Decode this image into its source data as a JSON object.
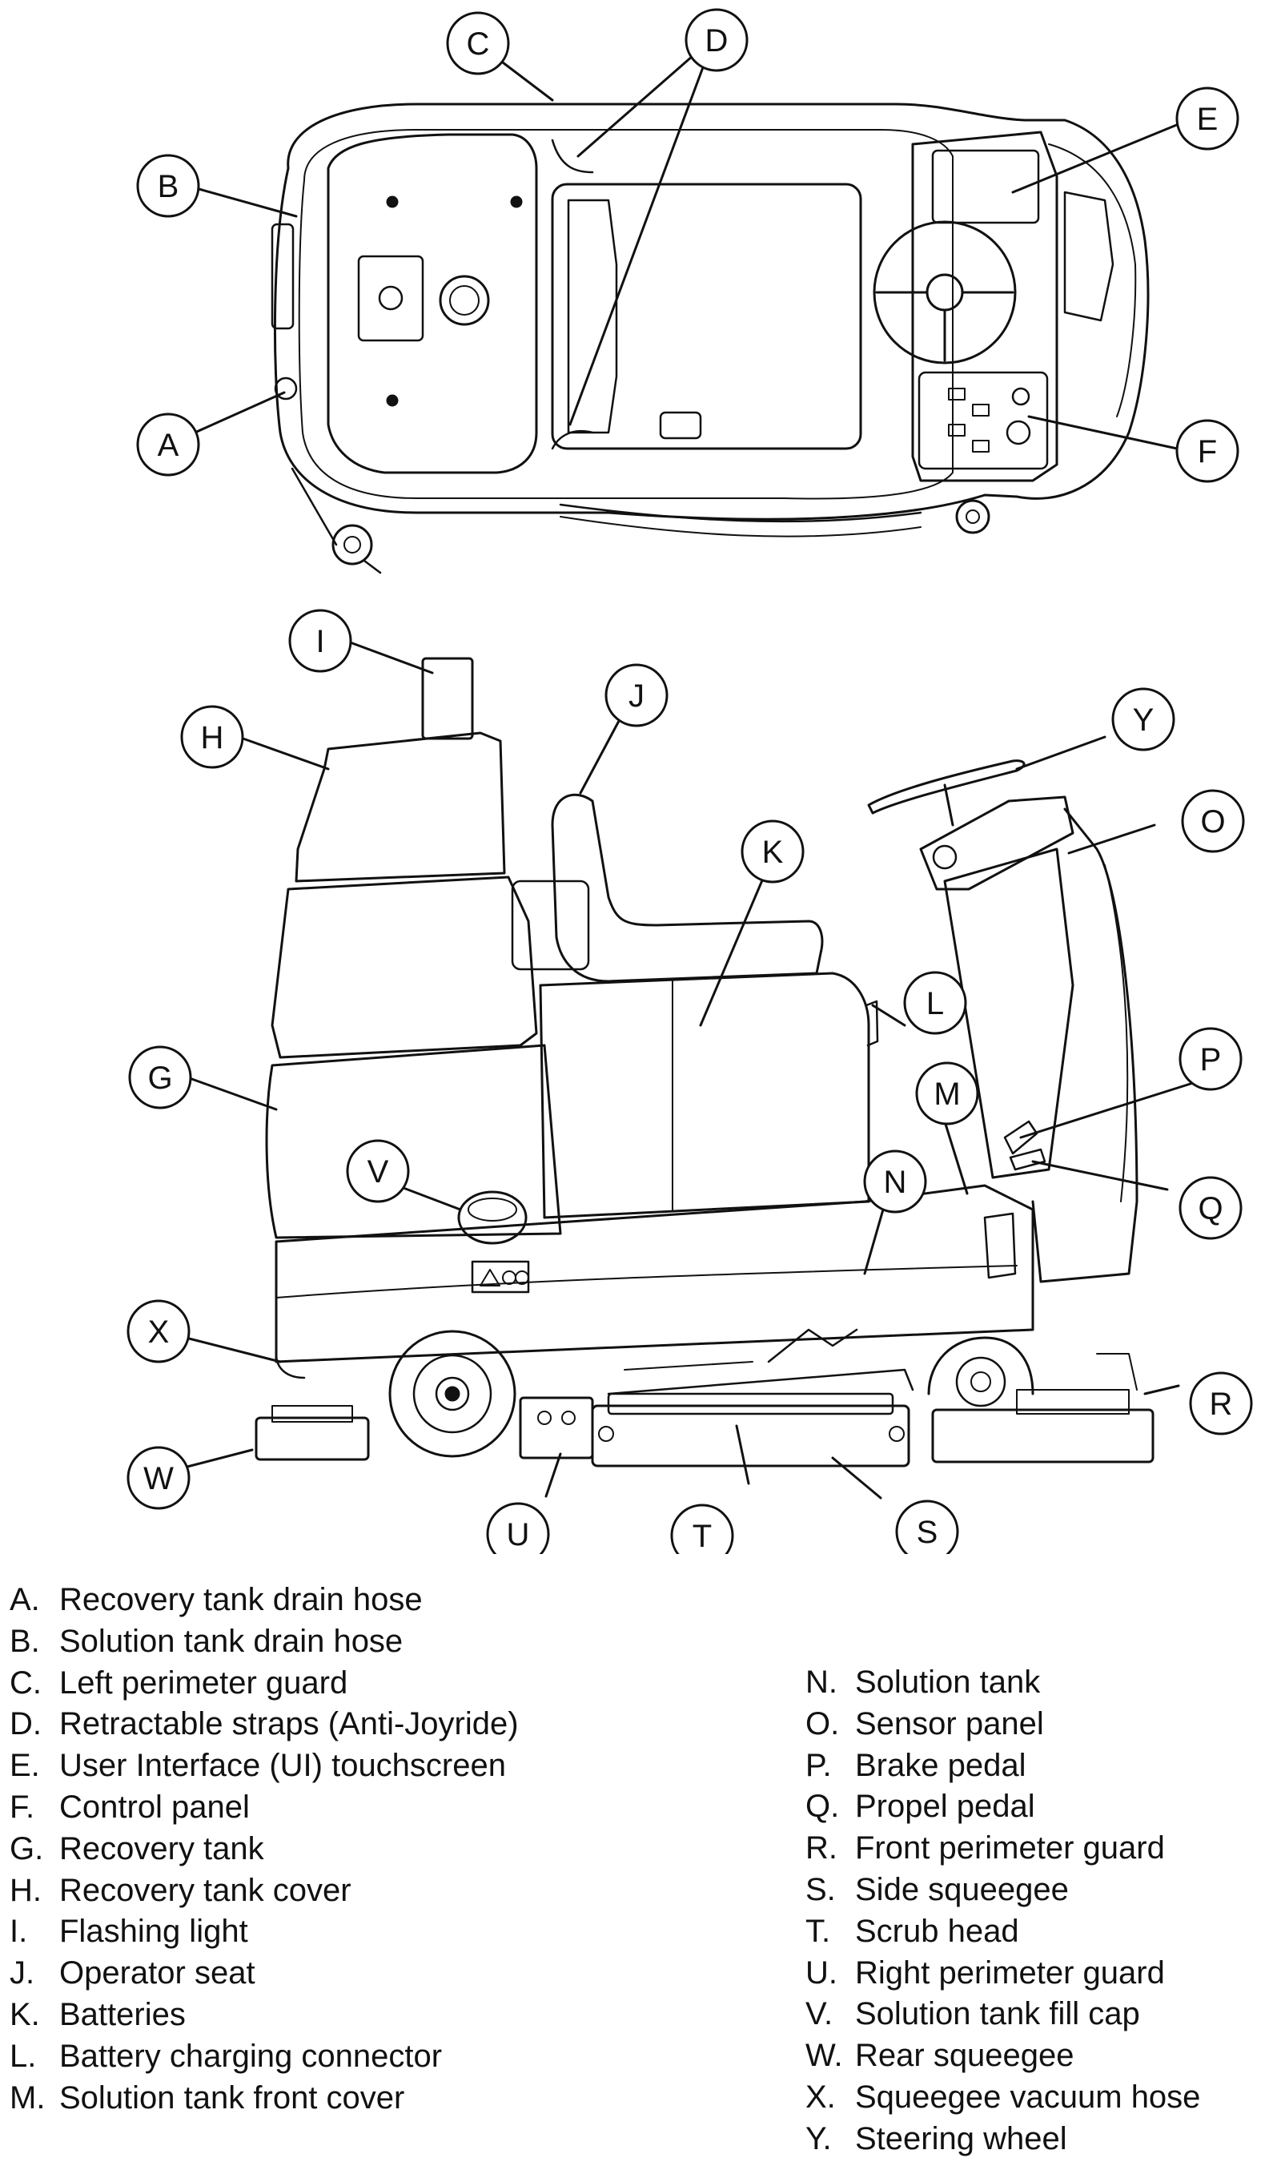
{
  "callouts": {
    "A": "A",
    "B": "B",
    "C": "C",
    "D": "D",
    "E": "E",
    "F": "F",
    "G": "G",
    "H": "H",
    "I": "I",
    "J": "J",
    "K": "K",
    "L": "L",
    "M": "M",
    "N": "N",
    "O": "O",
    "P": "P",
    "Q": "Q",
    "R": "R",
    "S": "S",
    "T": "T",
    "U": "U",
    "V": "V",
    "W": "W",
    "X": "X",
    "Y": "Y"
  },
  "legend_left": [
    {
      "letter": "A.",
      "label": "Recovery tank drain hose"
    },
    {
      "letter": "B.",
      "label": "Solution tank drain hose"
    },
    {
      "letter": "C.",
      "label": "Left perimeter guard"
    },
    {
      "letter": "D.",
      "label": "Retractable straps (Anti-Joyride)"
    },
    {
      "letter": "E.",
      "label": "User Interface (UI) touchscreen"
    },
    {
      "letter": "F.",
      "label": "Control panel"
    },
    {
      "letter": "G.",
      "label": "Recovery tank"
    },
    {
      "letter": "H.",
      "label": "Recovery tank cover"
    },
    {
      "letter": "I.",
      "label": "Flashing light"
    },
    {
      "letter": "J.",
      "label": "Operator seat"
    },
    {
      "letter": "K.",
      "label": "Batteries"
    },
    {
      "letter": "L.",
      "label": "Battery charging connector"
    },
    {
      "letter": "M.",
      "label": "Solution tank front cover"
    }
  ],
  "legend_right": [
    {
      "letter": "N.",
      "label": "Solution tank"
    },
    {
      "letter": "O.",
      "label": "Sensor panel"
    },
    {
      "letter": "P.",
      "label": "Brake pedal"
    },
    {
      "letter": "Q.",
      "label": "Propel pedal"
    },
    {
      "letter": "R.",
      "label": "Front perimeter guard"
    },
    {
      "letter": "S.",
      "label": "Side squeegee"
    },
    {
      "letter": "T.",
      "label": "Scrub head"
    },
    {
      "letter": "U.",
      "label": "Right perimeter guard"
    },
    {
      "letter": "V.",
      "label": "Solution tank fill cap"
    },
    {
      "letter": "W.",
      "label": "Rear squeegee"
    },
    {
      "letter": "X.",
      "label": "Squeegee vacuum hose"
    },
    {
      "letter": "Y.",
      "label": "Steering wheel"
    }
  ],
  "colors": {
    "line": "#111111",
    "background": "#ffffff"
  }
}
